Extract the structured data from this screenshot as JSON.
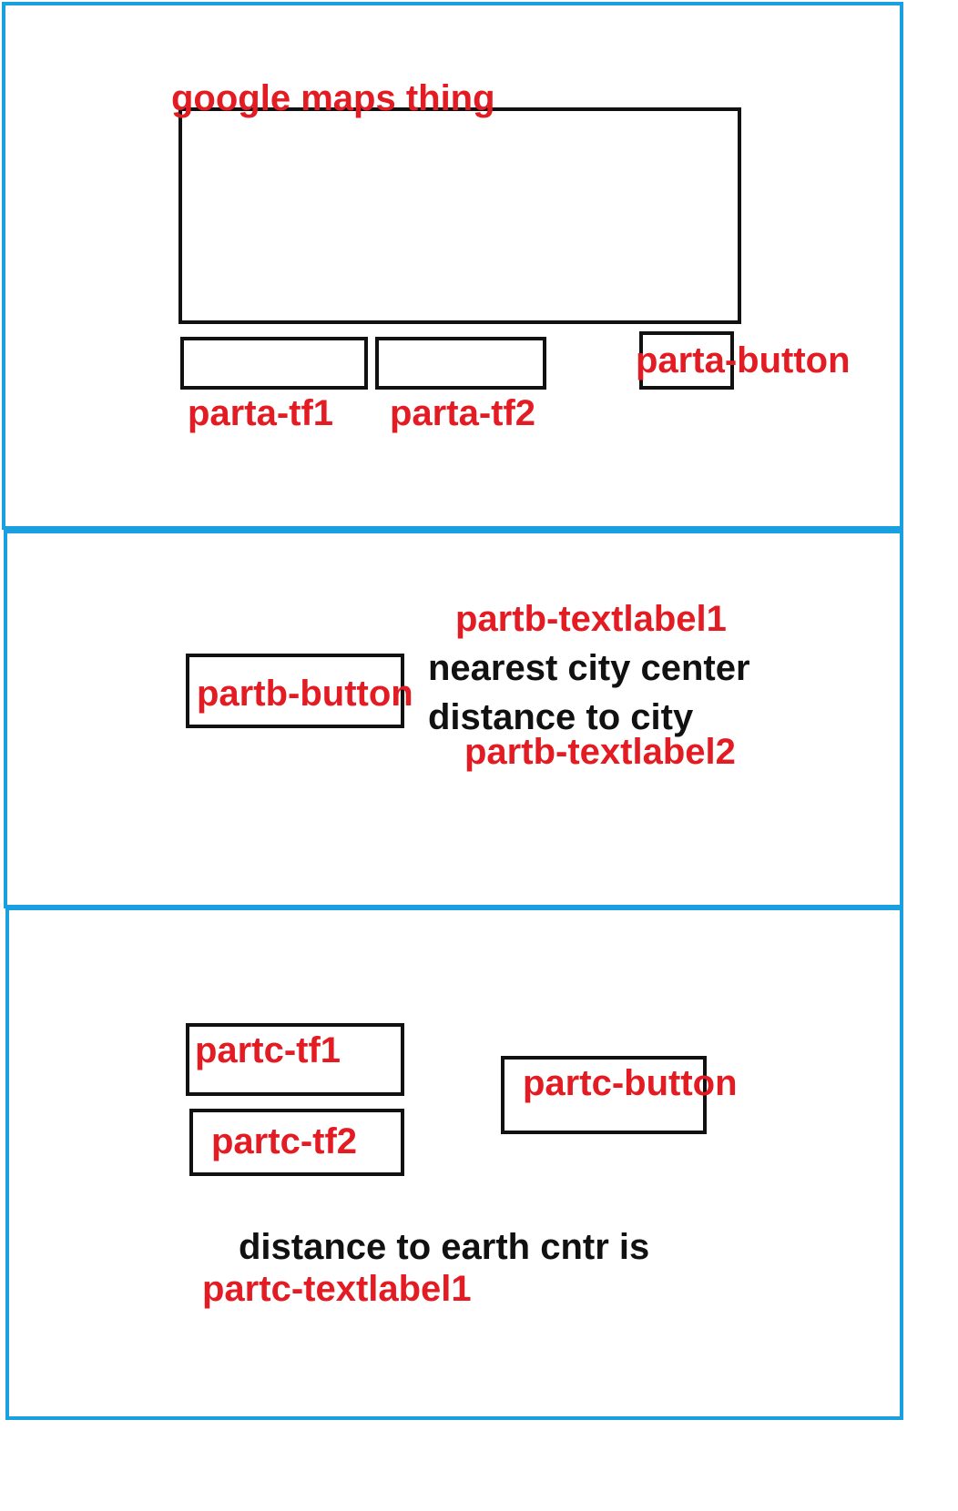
{
  "part_a": {
    "map_label": "google maps thing",
    "tf1_label": "parta-tf1",
    "tf2_label": "parta-tf2",
    "button_label": "parta-button"
  },
  "part_b": {
    "button_label": "partb-button",
    "textlabel1_label": "partb-textlabel1",
    "nearest_text": "nearest city center",
    "distance_text": "distance to city",
    "textlabel2_label": "partb-textlabel2"
  },
  "part_c": {
    "tf1_label": "partc-tf1",
    "tf2_label": "partc-tf2",
    "button_label": "partc-button",
    "distance_text": "distance to earth cntr is",
    "textlabel1_label": "partc-textlabel1"
  },
  "colors": {
    "panel_border": "#1a9fe0",
    "annotation": "#e31b23",
    "wireframe": "#111111"
  }
}
